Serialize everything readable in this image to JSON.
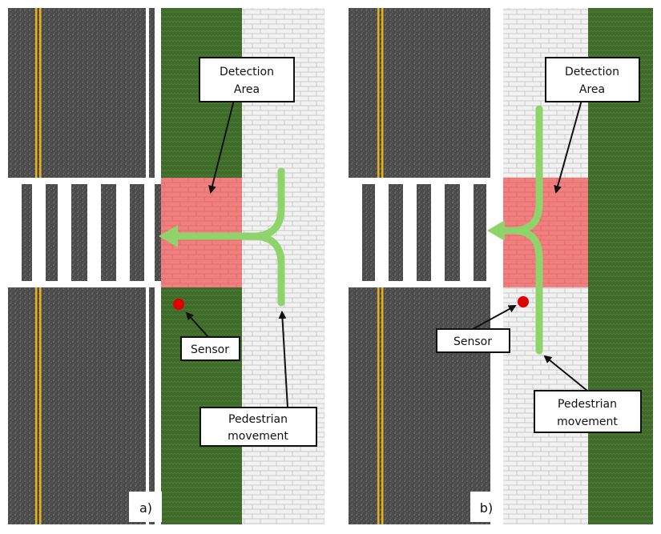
{
  "panels": [
    {
      "id": "a",
      "tag": "a)",
      "detection_label": [
        "Detection",
        "Area"
      ],
      "sensor_label": "Sensor",
      "pedestrian_label": [
        "Pedestrian",
        "movement"
      ]
    },
    {
      "id": "b",
      "tag": "b)",
      "detection_label": [
        "Detection",
        "Area"
      ],
      "sensor_label": "Sensor",
      "pedestrian_label": [
        "Pedestrian",
        "movement"
      ]
    }
  ],
  "colors": {
    "asphalt": "#4a4a4a",
    "asphalt_speckle": "#8a8a8a",
    "center_line": "#e8b21a",
    "edge_line": "#ffffff",
    "grass": "#3f6b2a",
    "grass_texture": "#4e7c36",
    "sidewalk": "#f2f2f2",
    "brick_line": "#c9c9c9",
    "detection_area": "#f08080",
    "movement_arrow": "#8ed46a",
    "sensor": "#e00000",
    "callout_border": "#111111"
  },
  "icons": {
    "sensor": "red-dot",
    "movement": "path-arrow",
    "pointer": "black-arrow"
  }
}
